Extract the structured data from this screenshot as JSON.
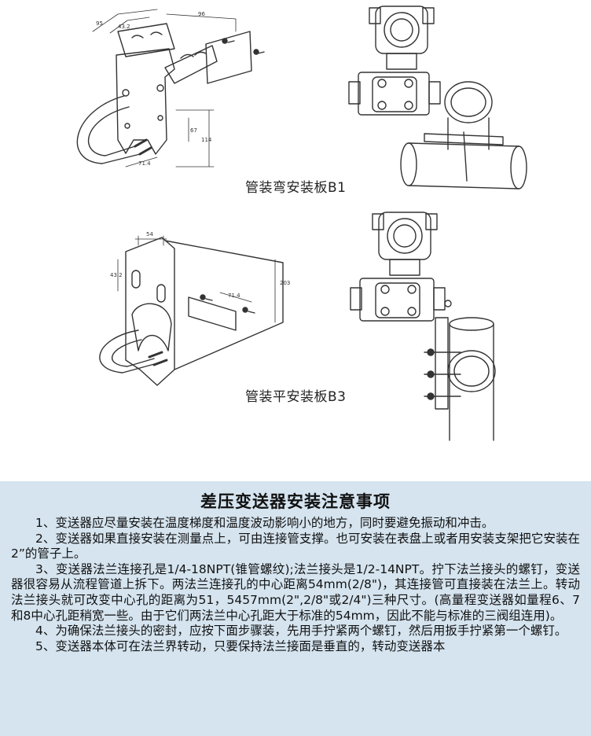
{
  "diagrams": {
    "top_caption": "管装弯安装板B1",
    "bottom_caption": "管装平安装板B3",
    "top_dimensions": [
      "95",
      "43.2",
      "96",
      "67",
      "114",
      "71.4"
    ],
    "bottom_dimensions": [
      "54",
      "43.2",
      "71.4",
      "203"
    ]
  },
  "notes": {
    "title": "差压变送器安装注意事项",
    "items": [
      "1、变送器应尽量安装在温度梯度和温度波动影响小的地方，同时要避免振动和冲击。",
      "2、变送器如果直接安装在测量点上，可由连接管支撑。也可安装在表盘上或者用安装支架把它安装在2”的管子上。",
      "3、变送器法兰连接孔是1/4-18NPT(锥管螺纹);法兰接头是1/2-14NPT。拧下法兰接头的螺钉，变送器很容易从流程管道上拆下。两法兰连接孔的中心距离54mm(2/8\")，其连接管可直接装在法兰上。转动法兰接头就可改变中心孔的距离为51，5457mm(2\",2/8\"或2/4\")三种尺寸。(高量程变送器如量程6、7和8中心孔距稍宽一些。由于它们两法兰中心孔距大于标准的54mm，因此不能与标准的三阀组连用)。",
      "4、为确保法兰接头的密封，应按下面步骤装，先用手拧紧两个螺钉，然后用扳手拧紧第一个螺钉。",
      "5、变送器本体可在法兰界转动，只要保持法兰接面是垂直的，转动变送器本"
    ]
  }
}
